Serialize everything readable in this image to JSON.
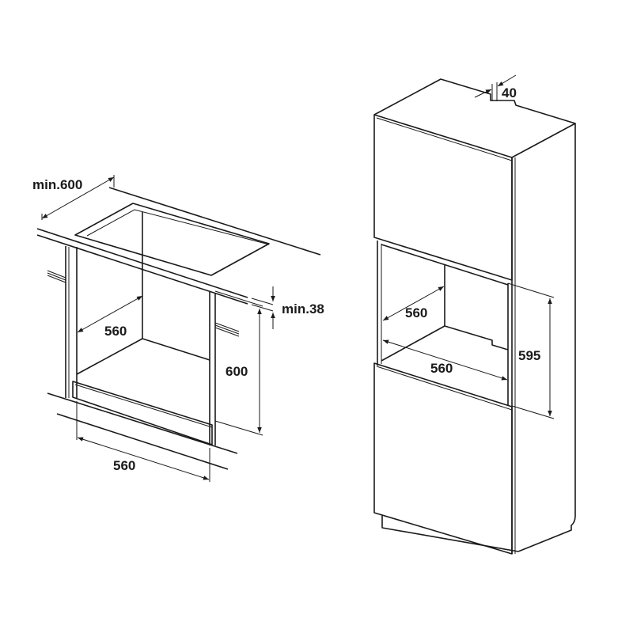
{
  "left_drawing": {
    "countertop_depth": "min.600",
    "countertop_thickness": "min.38",
    "cavity_depth": "560",
    "cavity_height": "600",
    "cavity_width": "560"
  },
  "right_drawing": {
    "rear_gap": "40",
    "cavity_depth": "560",
    "cavity_height": "595",
    "cavity_width": "560"
  },
  "colors": {
    "line": "#1a1a1a",
    "background": "#ffffff"
  }
}
